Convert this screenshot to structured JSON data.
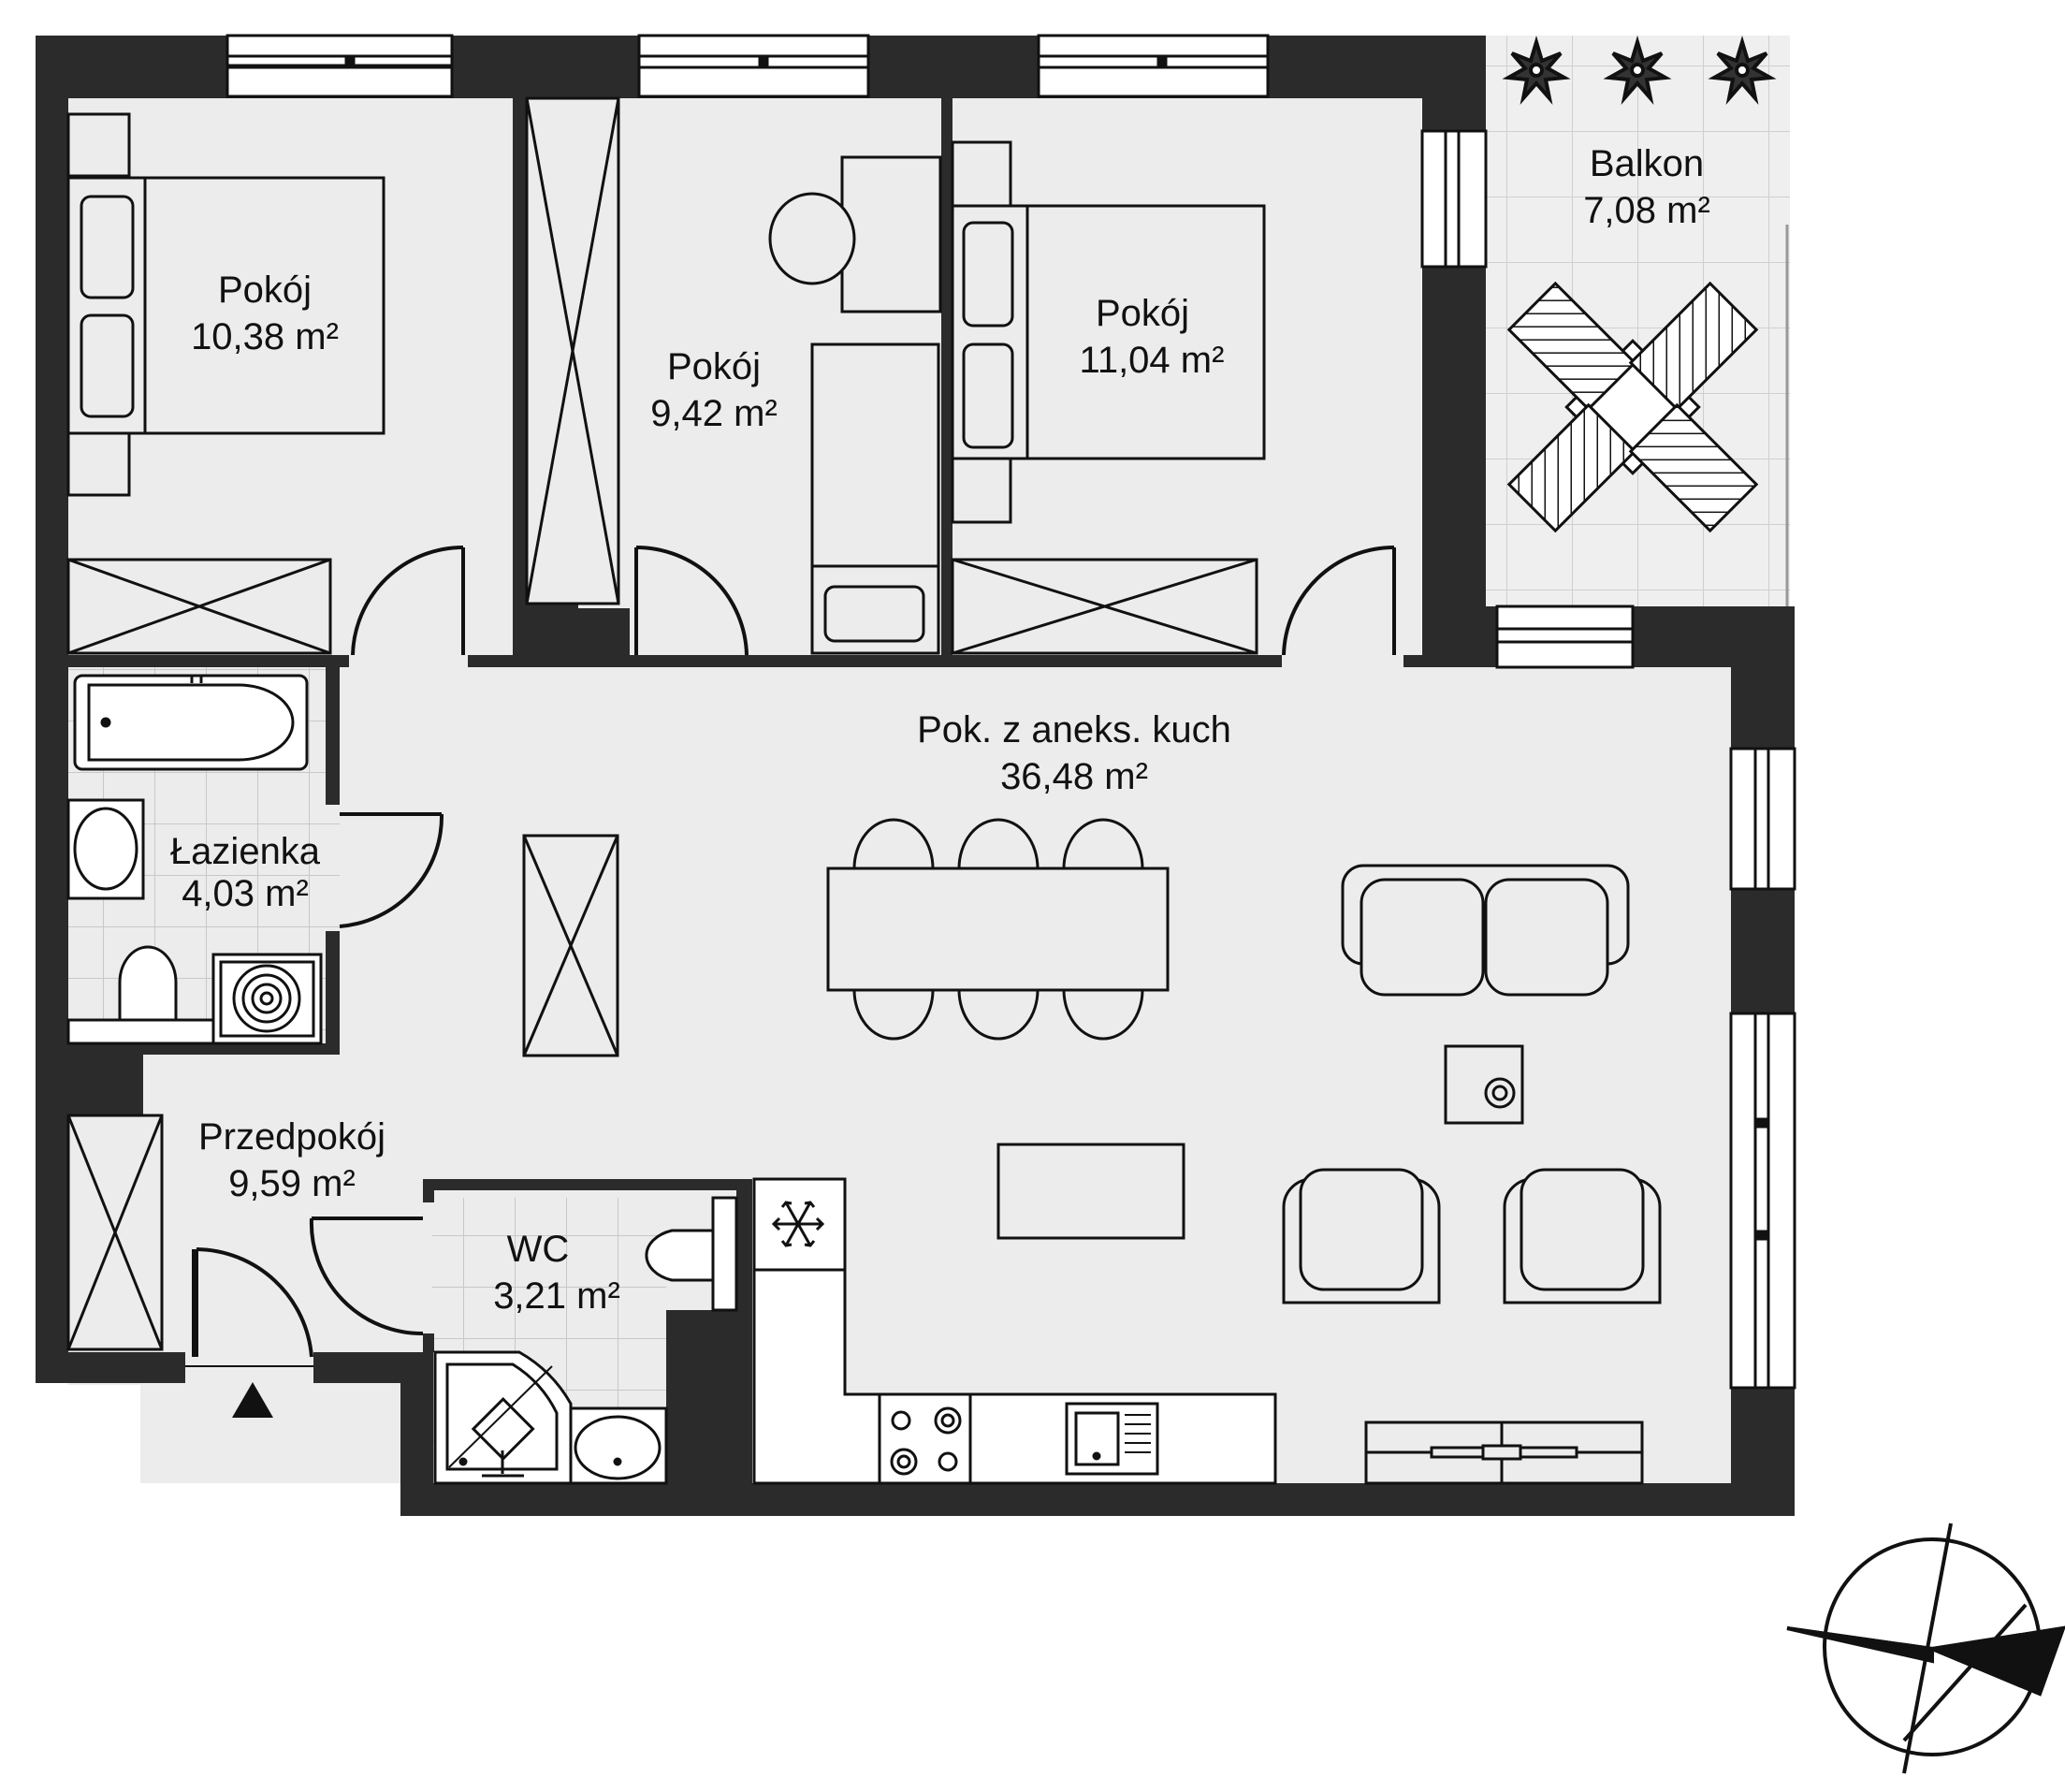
{
  "rooms": {
    "bedroom_1": {
      "name": "Pokój",
      "area": "10,38 m²"
    },
    "bedroom_2": {
      "name": "Pokój",
      "area": "9,42 m²"
    },
    "bedroom_3": {
      "name": "Pokój",
      "area": "11,04 m²"
    },
    "balcony": {
      "name": "Balkon",
      "area": "7,08 m²"
    },
    "living_kitchen": {
      "name": "Pok. z aneks. kuch",
      "area": "36,48 m²"
    },
    "bathroom": {
      "name": "Łazienka",
      "area": "4,03 m²"
    },
    "hall": {
      "name": "Przedpokój",
      "area": "9,59 m²"
    },
    "wc": {
      "name": "WC",
      "area": "3,21 m²"
    }
  },
  "colors": {
    "wall": "#2b2b2b",
    "floor": "#ececec",
    "tile_line": "#cfcfcf",
    "line": "#111111",
    "background": "#ffffff"
  },
  "icons": [
    "compass-icon",
    "entrance-arrow-icon",
    "freezer-icon",
    "plant-icon"
  ]
}
